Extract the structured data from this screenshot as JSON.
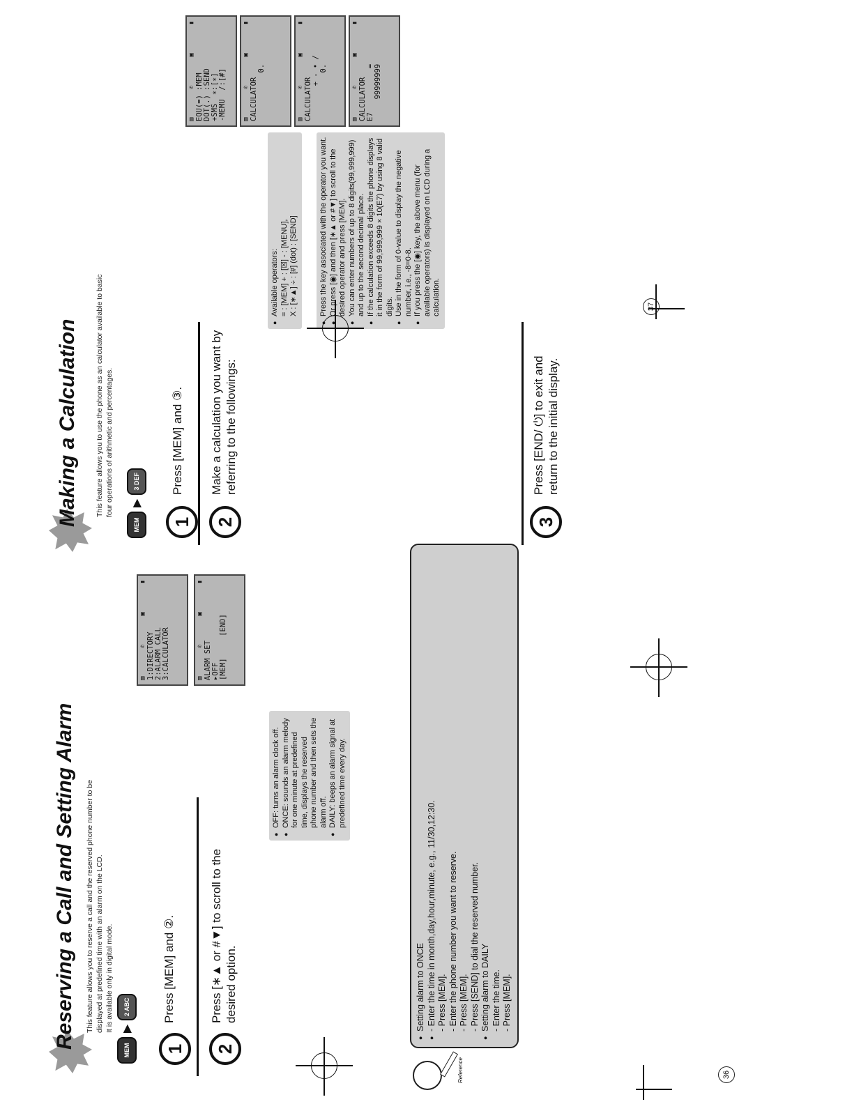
{
  "left_page": {
    "title": "Reserving a Call and Setting Alarm",
    "intro": [
      "This feature allows you to reserve a call and the reserved phone number to be",
      "displayed at predefined time with an alarm on the LCD.",
      "It is available only in digital mode."
    ],
    "keys": [
      "MEM",
      "2 ABC"
    ],
    "step1": {
      "num": "1",
      "text": "Press [MEM] and ②."
    },
    "step2": {
      "num": "2",
      "text": "Press [∗▲ or #▼] to scroll to the desired option."
    },
    "lcd1": {
      "lines": [
        "1:DIRECTORY",
        "2:ALARM CALL",
        "3:CALCULATOR"
      ]
    },
    "lcd2": {
      "lines": [
        "ALARM SET",
        "▸OFF",
        "",
        "[MEM]     [END]"
      ]
    },
    "options": [
      "OFF: turns an alarm clock off.",
      "ONCE: sounds an alarm melody for one minute at predefined time, displays the reserved phone number and then sets the alarm off.",
      "DAILY: beeps an alarm signal at predefined time every day."
    ],
    "reference": {
      "label": "Reference",
      "heading_once": "Setting alarm to ONCE",
      "once_items": [
        "- Enter the time in month,day,hour,minute, e.g., 11/30,12:30.",
        "- Press [MEM].",
        "- Enter the phone number you want to reserve.",
        "- Press [MEM].",
        "- Press [SEND] to dial the reserved number."
      ],
      "heading_daily": "Setting alarm to DAILY",
      "daily_items": [
        "- Enter the time.",
        "- Press [MEM]."
      ]
    },
    "page_number": "36"
  },
  "right_page": {
    "title": "Making a Calculation",
    "intro": [
      "This feature allows you to use the phone as an calculator available to basic",
      "four operations of arithmetic and percentages."
    ],
    "keys": [
      "MEM",
      "3 DEF"
    ],
    "step1": {
      "num": "1",
      "text": "Press [MEM] and ③."
    },
    "step2": {
      "num": "2",
      "text": "Make a calculation you want by referring to the followings:"
    },
    "operators_note": [
      "Available operators:",
      "= : [MEM]   + : [☒]   - : [MENU],",
      "X : [∗▲]   ÷ : [#]   (dot) : [SEND]"
    ],
    "notes": [
      "Press the key associated with the operator you want.",
      "Or press [◉] and then [∗▲ or #▼] to scroll to the desired operator and press [MEM].",
      "You can enter numbers of up to 8 digits(99,999,999) and up to the second decimal place.",
      "If the calculation exceeds 8 digits the phone displays it in the form of 99,999,999 × 10(E7) by using 8 valid digits.",
      "Use in the form of 0-value to display the negative number, i.e., -8=0-8.",
      "If you press the [◉] key, the above menu (for available operators) is displayed on LCD during a calculation."
    ],
    "step3": {
      "num": "3",
      "text": "Press [END/ ⏻] to exit and return to the initial display."
    },
    "lcd1": {
      "lines": [
        "EQU(=) :MEM",
        "DOT(.) :SEND",
        "+SMS  ∗:[∗]",
        "-MEMU  /:[#]"
      ]
    },
    "lcd2": {
      "lines": [
        "CALCULATOR",
        "",
        "           0."
      ]
    },
    "lcd3": {
      "lines": [
        "CALCULATOR",
        "        + - • /",
        "           0."
      ]
    },
    "lcd4": {
      "lines": [
        "CALCULATOR",
        "E7          =",
        "     99999999"
      ]
    },
    "page_number": "37"
  }
}
